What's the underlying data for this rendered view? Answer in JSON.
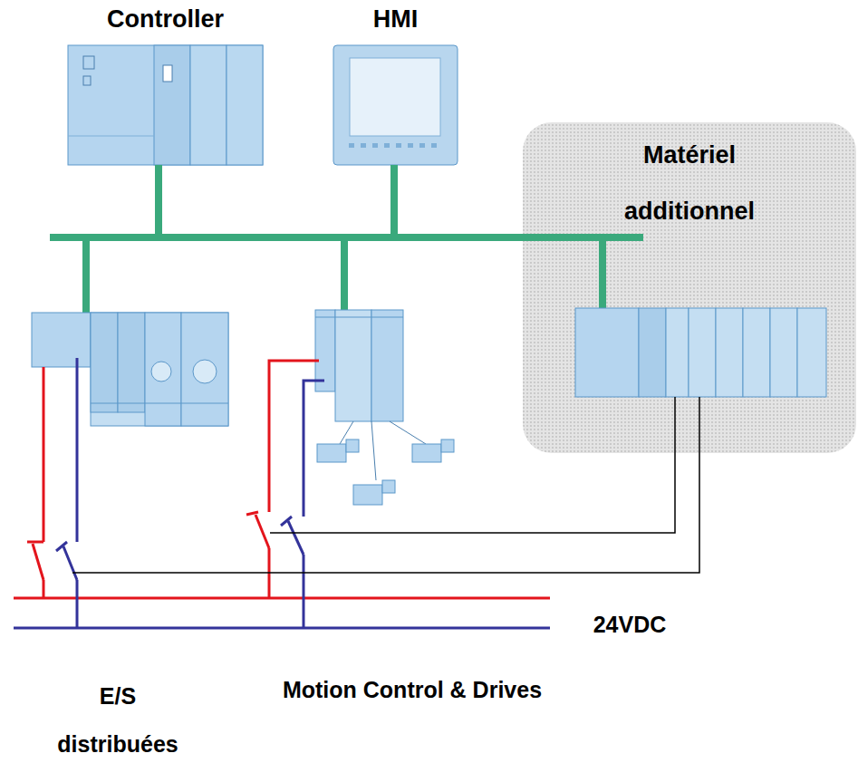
{
  "diagram": {
    "nodes": [
      {
        "text": [
          "Controller"
        ]
      },
      {
        "text": [
          "HMI"
        ]
      },
      {
        "text": [
          "Matériel additionnel"
        ]
      }
    ],
    "edges": [
      {
        "from": 0,
        "to": 1,
        "arrow": "none"
      },
      {
        "from": 1,
        "to": 2,
        "arrow": "none"
      }
    ],
    "labels": [
      "24VDC",
      "E/S distribuées",
      "Motion Control & Drives"
    ]
  }
}
